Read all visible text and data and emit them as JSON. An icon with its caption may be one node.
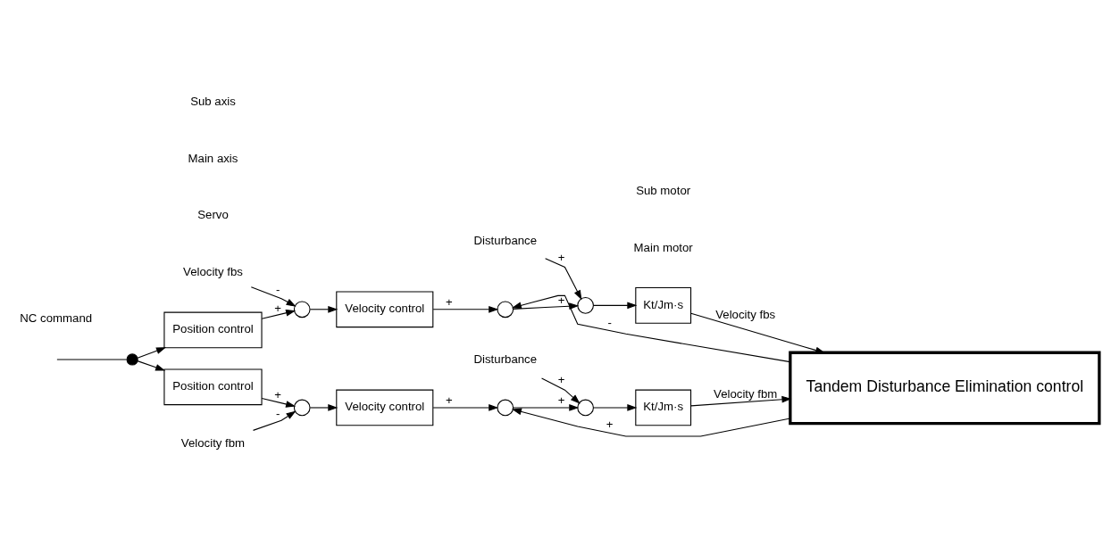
{
  "diagram": {
    "nodes": [
      {
        "text": [],
        "shape": "circle"
      },
      {
        "text": [
          "Position control"
        ]
      },
      {
        "text": [],
        "shape": "circle"
      },
      {
        "text": [
          "Velocity control"
        ]
      },
      {
        "text": [],
        "shape": "circle"
      },
      {
        "text": [],
        "shape": "circle"
      },
      {
        "text": [
          "Kt/Jm·s"
        ]
      },
      {
        "text": [
          "Tandem Disturbance Elimination control"
        ]
      },
      {
        "text": [
          "Position control"
        ]
      },
      {
        "text": [],
        "shape": "circle"
      },
      {
        "text": [
          "Velocity control"
        ]
      },
      {
        "text": [],
        "shape": "circle"
      },
      {
        "text": [],
        "shape": "circle"
      },
      {
        "text": [
          "Kt/Jm·s"
        ]
      },
      {
        "text": [
          "Velocity fbm"
        ]
      },
      {
        "text": [
          "Disturbance"
        ]
      },
      {
        "text": [
          "Velocity fbs"
        ]
      },
      {
        "text": [
          "Disturbance"
        ]
      }
    ],
    "edges": [
      {
        "from": null,
        "to": 0,
        "arrow": "none"
      },
      {
        "from": 0,
        "to": 1,
        "arrow": "to"
      },
      {
        "from": 0,
        "to": 8,
        "arrow": "to"
      },
      {
        "from": 1,
        "to": 2,
        "arrow": "to",
        "label": "+"
      },
      {
        "from": 14,
        "to": 2,
        "arrow": "to",
        "label": "-"
      },
      {
        "from": 2,
        "to": 3,
        "arrow": "to"
      },
      {
        "from": 3,
        "to": 4,
        "arrow": "to",
        "label": "+"
      },
      {
        "from": 7,
        "to": 4,
        "arrow": "to",
        "label": "+"
      },
      {
        "from": 4,
        "to": 5,
        "arrow": "to",
        "label": "+"
      },
      {
        "from": 15,
        "to": 5,
        "arrow": "to",
        "label": "+"
      },
      {
        "from": 5,
        "to": 6,
        "arrow": "to"
      },
      {
        "from": 6,
        "to": 7,
        "arrow": "to",
        "label": "Velocity fbm"
      },
      {
        "from": 7,
        "to": 11,
        "arrow": "to",
        "label": "-"
      },
      {
        "from": 8,
        "to": 9,
        "arrow": "to",
        "label": "+"
      },
      {
        "from": 16,
        "to": 9,
        "arrow": "to",
        "label": "-"
      },
      {
        "from": 9,
        "to": 10,
        "arrow": "to"
      },
      {
        "from": 10,
        "to": 11,
        "arrow": "to",
        "label": "+"
      },
      {
        "from": 11,
        "to": 12,
        "arrow": "to",
        "label": "+"
      },
      {
        "from": 17,
        "to": 12,
        "arrow": "to",
        "label": "+"
      },
      {
        "from": 12,
        "to": 13,
        "arrow": "to"
      },
      {
        "from": 13,
        "to": 7,
        "arrow": "to",
        "label": "Velocity fbs"
      }
    ],
    "labels": [
      "NC command",
      "Servo",
      "Main axis",
      "Main motor",
      "Sub axis",
      "Sub motor"
    ]
  }
}
